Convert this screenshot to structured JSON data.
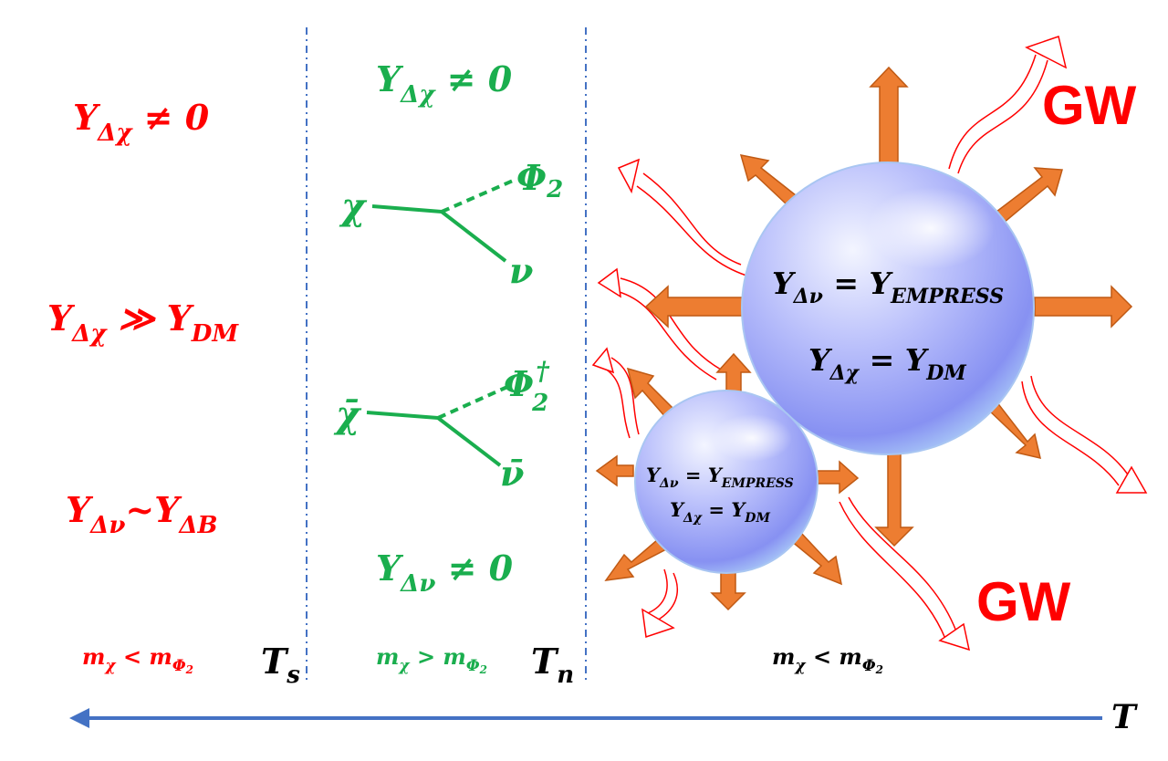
{
  "colors": {
    "red": "#ff0000",
    "green": "#1aae4e",
    "black": "#000000",
    "divider": "#4472c4",
    "arrow_fill": "#ed7d31",
    "bubble_light": "#e6ecff",
    "bubble_dark": "#7d86f0"
  },
  "left": {
    "yx_nonzero": {
      "main": "Y",
      "sub": "Δχ",
      "rest": " ≠ 0"
    },
    "yx_gg_dm": {
      "main": "Y",
      "sub": "Δχ",
      "mid": " ≫ Y",
      "sub2": "DM"
    },
    "ynu_sim_yb": {
      "main": "Y",
      "sub": "Δν",
      "mid": "~Y",
      "sub2": "ΔB"
    },
    "mass": {
      "main": "m",
      "sub": "χ",
      "mid": " < m",
      "sub2": "Φ",
      "sub3": "2"
    },
    "temp": {
      "main": "T",
      "sub": "s"
    }
  },
  "middle": {
    "yx_nonzero": {
      "main": "Y",
      "sub": "Δχ",
      "rest": " ≠ 0"
    },
    "decay1": {
      "in": "χ",
      "out1": "Φ",
      "out1_sub": "2",
      "out2": "ν"
    },
    "decay2": {
      "in": "χ̄",
      "out1": "Φ",
      "out1_sub": "2",
      "out1_sup": "†",
      "out2": "ν̄"
    },
    "ynu_nonzero": {
      "main": "Y",
      "sub": "Δν",
      "rest": " ≠ 0"
    },
    "mass": {
      "main": "m",
      "sub": "χ",
      "mid": " > m",
      "sub2": "Φ",
      "sub3": "2"
    },
    "temp": {
      "main": "T",
      "sub": "n"
    }
  },
  "right": {
    "big_bubble": {
      "line1": {
        "main": "Y",
        "sub": "Δν",
        "mid": " = Y",
        "sub2": "EMPRESS"
      },
      "line2": {
        "main": "Y",
        "sub": "Δχ",
        "mid": " = Y",
        "sub2": "DM"
      }
    },
    "small_bubble": {
      "line1": {
        "main": "Y",
        "sub": "Δν",
        "mid": " = Y",
        "sub2": "EMPRESS"
      },
      "line2": {
        "main": "Y",
        "sub": "Δχ",
        "mid": " = Y",
        "sub2": "DM"
      }
    },
    "gw_top": "GW",
    "gw_bottom": "GW",
    "mass": {
      "main": "m",
      "sub": "χ",
      "mid": " < m",
      "sub2": "Φ",
      "sub3": "2"
    }
  },
  "axis": {
    "label": "T"
  }
}
